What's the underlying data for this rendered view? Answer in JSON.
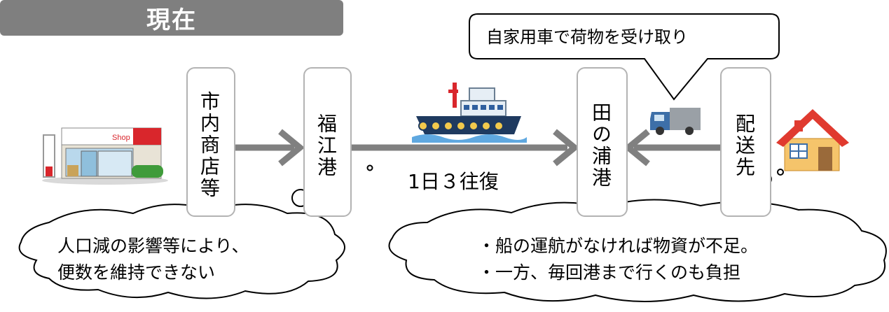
{
  "title": "現在",
  "columns": {
    "shops": "市内商店等",
    "fukue": "福江港",
    "tanoura": "田の浦港",
    "destination": "配送先"
  },
  "ferry_label": "1日３往復",
  "speech_bubble": "自家用車で荷物を受け取り",
  "store_sign": "Shop",
  "thought_left": {
    "line1": "人口減の影響等により、",
    "line2": "便数を維持できない"
  },
  "thought_right": {
    "line1": "・船の運航がなければ物資が不足。",
    "line2": "・一方、毎回港まで行くのも負担"
  },
  "colors": {
    "title_bg": "#7f7f7f",
    "arrow": "#808080",
    "box_border": "#b3b3b3",
    "ship_hull": "#1f3a5f",
    "ship_red": "#d9262c",
    "truck_body": "#9aa0a6",
    "truck_cab": "#3d6fa8",
    "house_roof": "#e03a2f",
    "house_wall": "#f5c46b"
  }
}
